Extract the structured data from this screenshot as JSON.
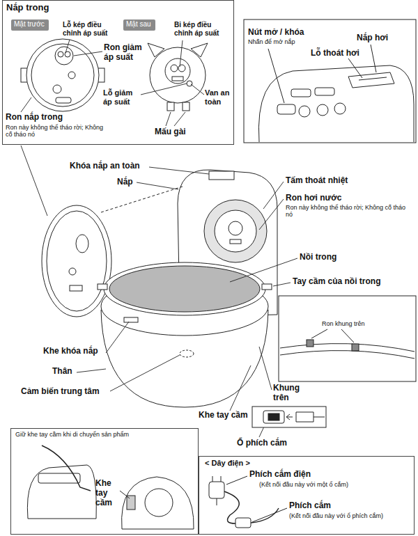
{
  "diagram": {
    "nodes": [
      {
        "text": [
          "Nắp trong"
        ]
      },
      {
        "text": [
          "Mặt trước"
        ],
        "in": 0
      },
      {
        "text": [
          "Mặt sau"
        ],
        "in": 0
      },
      {
        "text": [
          "Giữ khe tay cầm khi di chuyển sản phẩm"
        ]
      },
      {
        "text": [
          "< Dây điện >"
        ]
      }
    ],
    "labels": [
      "Lỗ kép điều chỉnh áp suất",
      "Ron giảm áp suất",
      "Bi kép điều chỉnh áp suất",
      "Lỗ giảm áp suất",
      "Van an toàn",
      "Mấu gài",
      "Ron nắp trong",
      "Ron này không thể tháo rời; Không cố tháo nó",
      "Nút mở / khóa",
      "Nhấn để mở nắp",
      "Nắp hơi",
      "Lỗ thoát hơi",
      "Khóa nắp an toàn",
      "Nắp",
      "Tấm thoát nhiệt",
      "Ron hơi nước",
      "Ron này không thể tháo rời; Không cố tháo nó",
      "Nồi trong",
      "Tay cầm của nồi trong",
      "Ron khung trên",
      "Khe khóa nắp",
      "Thân",
      "Cảm biến trung tâm",
      "Khung trên",
      "Khe tay cầm",
      "Ổ phích cắm",
      "Khe tay cầm",
      "Phích cắm điện",
      "(Kết nối đầu này với một ổ cắm)",
      "Phích cắm",
      "(Kết nối đầu này với ổ phích cắm)"
    ]
  }
}
